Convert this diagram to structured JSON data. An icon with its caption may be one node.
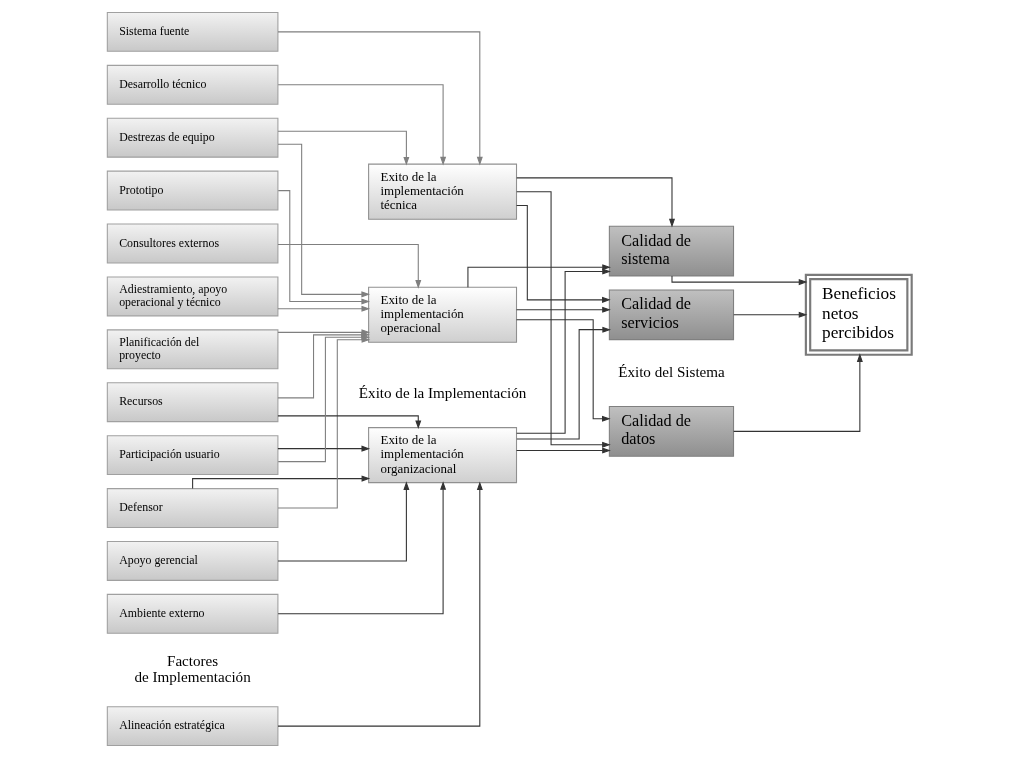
{
  "diagram": {
    "nodes": [
      {
        "text": [
          "Alineación estratégica"
        ]
      },
      {
        "text": [
          "Apoyo gerencial"
        ]
      },
      {
        "text": [
          "Ambiente externo"
        ]
      },
      {
        "text": [
          "Defensor"
        ]
      },
      {
        "text": [
          "Recursos"
        ]
      },
      {
        "text": [
          "Participación usuario"
        ]
      },
      {
        "text": [
          "Adiestramiento, apoyo operacional y técnico"
        ]
      },
      {
        "text": [
          "Planificación del proyecto"
        ]
      },
      {
        "text": [
          "Prototipo"
        ]
      },
      {
        "text": [
          "Consultores externos"
        ]
      },
      {
        "text": [
          "Destrezas de equipo"
        ]
      },
      {
        "text": [
          "Sistema fuente"
        ]
      },
      {
        "text": [
          "Desarrollo técnico"
        ]
      },
      {
        "text": [
          "Exito de la implementación organizacional"
        ]
      },
      {
        "text": [
          "Exito de la implementación operacional"
        ]
      },
      {
        "text": [
          "Exito de la implementación técnica"
        ]
      },
      {
        "text": [
          "Calidad de datos"
        ]
      },
      {
        "text": [
          "Calidad de sistema"
        ]
      },
      {
        "text": [
          "Calidad de servicios"
        ]
      },
      {
        "text": [
          "Beneficios netos percibidos"
        ]
      }
    ],
    "edges": [
      {
        "from": 0,
        "to": 13,
        "arrow": "to"
      },
      {
        "from": 1,
        "to": 13,
        "arrow": "to"
      },
      {
        "from": 2,
        "to": 13,
        "arrow": "to"
      },
      {
        "from": 3,
        "to": 13,
        "arrow": "to"
      },
      {
        "from": 4,
        "to": 13,
        "arrow": "to"
      },
      {
        "from": 5,
        "to": 13,
        "arrow": "to"
      },
      {
        "from": 3,
        "to": 14,
        "arrow": "to",
        "color": "#7f7f7f"
      },
      {
        "from": 4,
        "to": 14,
        "arrow": "to",
        "color": "#7f7f7f"
      },
      {
        "from": 5,
        "to": 14,
        "arrow": "to",
        "color": "#7f7f7f"
      },
      {
        "from": 6,
        "to": 14,
        "arrow": "to",
        "color": "#7f7f7f"
      },
      {
        "from": 7,
        "to": 14,
        "arrow": "to",
        "color": "#7f7f7f"
      },
      {
        "from": 8,
        "to": 14,
        "arrow": "to",
        "color": "#7f7f7f"
      },
      {
        "from": 9,
        "to": 14,
        "arrow": "to",
        "color": "#7f7f7f"
      },
      {
        "from": 10,
        "to": 14,
        "arrow": "to",
        "color": "#7f7f7f"
      },
      {
        "from": 10,
        "to": 15,
        "arrow": "to",
        "color": "#7f7f7f"
      },
      {
        "from": 11,
        "to": 15,
        "arrow": "to",
        "color": "#7f7f7f"
      },
      {
        "from": 12,
        "to": 15,
        "arrow": "to",
        "color": "#7f7f7f"
      },
      {
        "from": 13,
        "to": 16,
        "arrow": "to"
      },
      {
        "from": 13,
        "to": 17,
        "arrow": "to"
      },
      {
        "from": 13,
        "to": 18,
        "arrow": "to"
      },
      {
        "from": 14,
        "to": 16,
        "arrow": "to"
      },
      {
        "from": 14,
        "to": 17,
        "arrow": "to"
      },
      {
        "from": 14,
        "to": 18,
        "arrow": "to"
      },
      {
        "from": 15,
        "to": 16,
        "arrow": "to"
      },
      {
        "from": 15,
        "to": 17,
        "arrow": "to"
      },
      {
        "from": 15,
        "to": 18,
        "arrow": "to"
      },
      {
        "from": 16,
        "to": 19,
        "arrow": "to"
      },
      {
        "from": 17,
        "to": 19,
        "arrow": "to"
      },
      {
        "from": 18,
        "to": 19,
        "arrow": "to"
      }
    ],
    "labels": [
      "Factores de Implementación",
      "Éxito de la Implementación",
      "Éxito del Sistema"
    ]
  }
}
